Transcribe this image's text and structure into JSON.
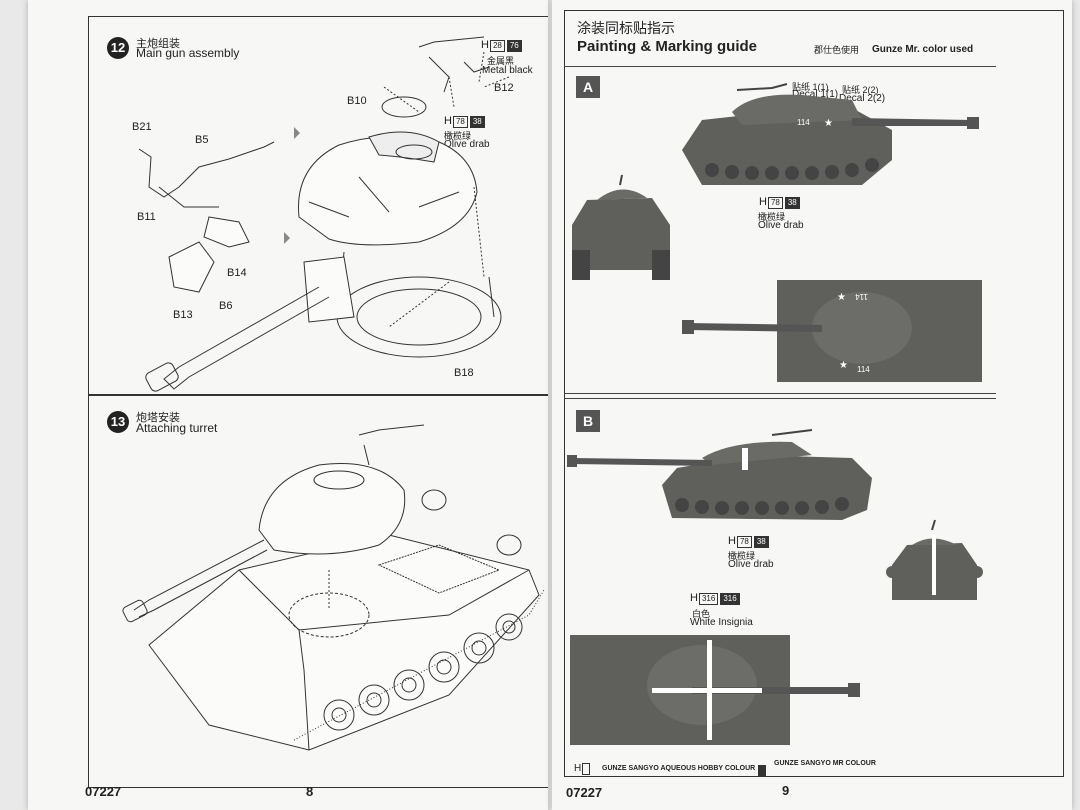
{
  "left_page": {
    "step12": {
      "number": "12",
      "title_cn": "主炮组装",
      "title": "Main gun assembly",
      "parts": [
        "B21",
        "B5",
        "B11",
        "B14",
        "B13",
        "B6",
        "B10",
        "B12",
        "B18"
      ],
      "paint1": {
        "code_box": "H",
        "code_a": "28",
        "code_b": "76",
        "name_cn": "金属黑",
        "name": "Metal black"
      },
      "paint2": {
        "code_box": "H",
        "code_a": "78",
        "code_b": "38",
        "name_cn": "橄榄绿",
        "name": "Olive drab"
      }
    },
    "step13": {
      "number": "13",
      "title_cn": "炮塔安装",
      "title": "Attaching turret"
    },
    "product_code": "07227",
    "page_number": "8"
  },
  "right_page": {
    "title_cn": "涂装同标贴指示",
    "title": "Painting & Marking guide",
    "paint_note_cn": "郡仕色使用",
    "paint_note": "Gunze Mr. color used",
    "scheme_a": {
      "letter": "A",
      "decal1_cn": "贴纸 1(1)",
      "decal1": "Decal 1(1)",
      "decal2_cn": "贴纸 2(2)",
      "decal2": "Decal 2(2)",
      "turret_number": "114",
      "paint": {
        "code_box": "H",
        "code_a": "78",
        "code_b": "38",
        "name_cn": "橄榄绿",
        "name": "Olive drab"
      }
    },
    "scheme_b": {
      "letter": "B",
      "paint": {
        "code_box": "H",
        "code_a": "78",
        "code_b": "38",
        "name_cn": "橄榄绿",
        "name": "Olive drab"
      },
      "paint2": {
        "code_box": "H",
        "code_a": "316",
        "code_b": "316",
        "name_cn": "白色",
        "name": "White Insignia"
      }
    },
    "legend": {
      "h_box": "H",
      "h_text": "GUNZE SANGYO AQUEOUS HOBBY COLOUR",
      "c_text": "GUNZE SANGYO MR COLOUR"
    },
    "product_code": "07227",
    "page_number": "9"
  },
  "colors": {
    "paper": "#f7f7f6",
    "tank": "#5f5f5c",
    "ink": "#222222"
  }
}
